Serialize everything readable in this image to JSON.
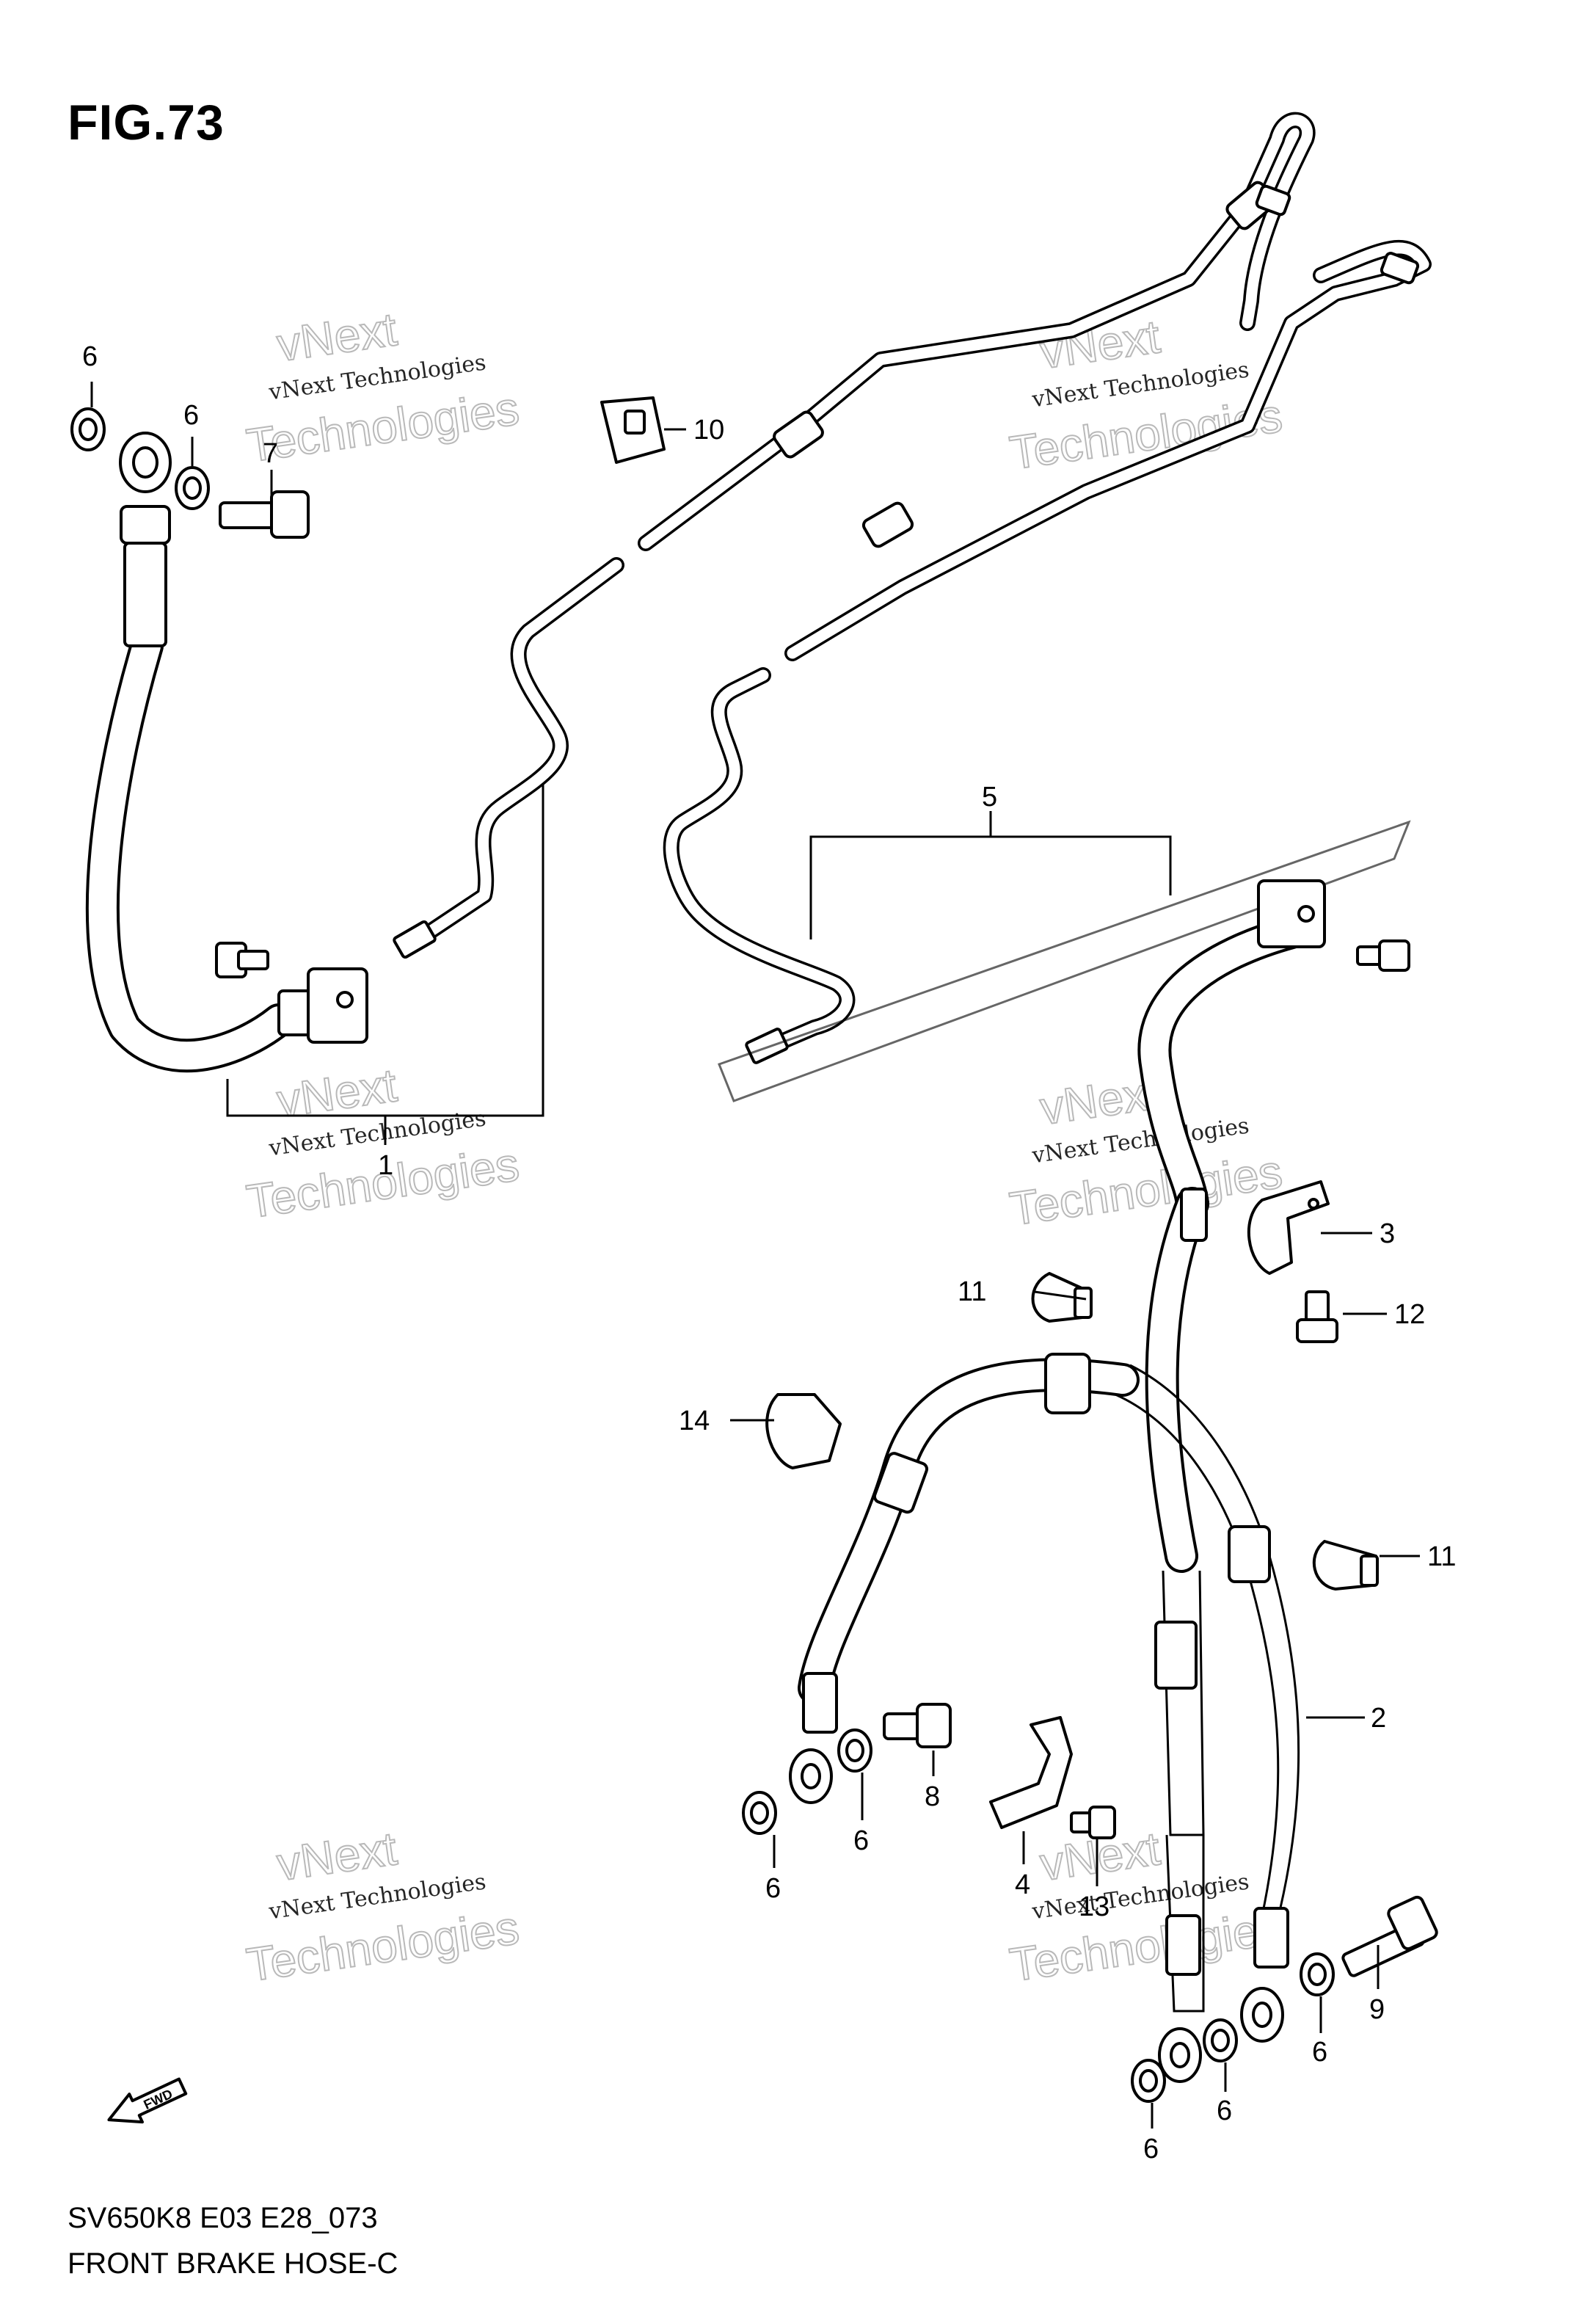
{
  "figure": {
    "title": "FIG.73",
    "model_code": "SV650K8 E03 E28_073",
    "name": "FRONT BRAKE HOSE-C",
    "fwd_label": "FWD"
  },
  "watermark": {
    "line1": "vNext Technologies",
    "line2": "vNext",
    "line3": "Technologies"
  },
  "callouts": [
    {
      "id": "6",
      "label": "6"
    },
    {
      "id": "6b",
      "label": "6"
    },
    {
      "id": "7",
      "label": "7"
    },
    {
      "id": "10",
      "label": "10"
    },
    {
      "id": "1",
      "label": "1"
    },
    {
      "id": "5",
      "label": "5"
    },
    {
      "id": "3",
      "label": "3"
    },
    {
      "id": "11",
      "label": "11"
    },
    {
      "id": "12",
      "label": "12"
    },
    {
      "id": "14",
      "label": "14"
    },
    {
      "id": "11b",
      "label": "11"
    },
    {
      "id": "2",
      "label": "2"
    },
    {
      "id": "8",
      "label": "8"
    },
    {
      "id": "6c",
      "label": "6"
    },
    {
      "id": "6d",
      "label": "6"
    },
    {
      "id": "4",
      "label": "4"
    },
    {
      "id": "13",
      "label": "13"
    },
    {
      "id": "9",
      "label": "9"
    },
    {
      "id": "6e",
      "label": "6"
    },
    {
      "id": "6f",
      "label": "6"
    },
    {
      "id": "6g",
      "label": "6"
    }
  ]
}
